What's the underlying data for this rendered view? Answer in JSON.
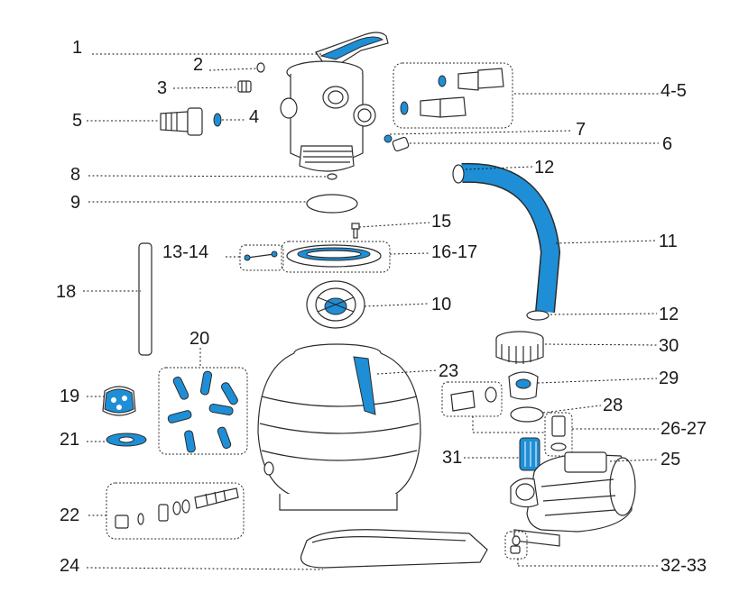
{
  "colors": {
    "accent": "#1e8fd6",
    "line": "#2b2b2b",
    "background": "#ffffff"
  },
  "labels": [
    "1",
    "2",
    "3",
    "4-5",
    "5",
    "4",
    "7",
    "6",
    "8",
    "12",
    "9",
    "15",
    "13-14",
    "16-17",
    "11",
    "18",
    "10",
    "12",
    "20",
    "30",
    "23",
    "29",
    "19",
    "28",
    "26-27",
    "21",
    "31",
    "25",
    "22",
    "24",
    "32-33"
  ]
}
